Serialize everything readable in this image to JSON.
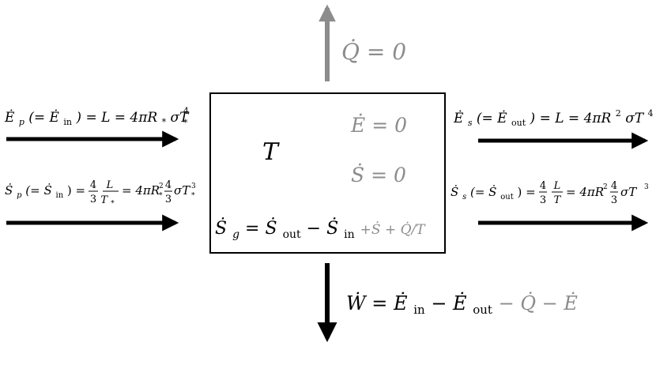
{
  "colors": {
    "primary": "#000000",
    "secondary": "#8c8c8c",
    "background": "#ffffff"
  },
  "box": {
    "temperature_label": "T",
    "energy_balance": "Ė = 0",
    "entropy_balance": "Ṡ = 0",
    "entropy_generation": {
      "lhs": "Ṡ",
      "lhs_sub": "g",
      "eq": " = ",
      "out": "Ṡ",
      "out_sub": "out",
      "minus": " − ",
      "in": "Ṡ",
      "in_sub": "in",
      "extra": " +Ṡ + Q̇/T"
    }
  },
  "top_arrow": {
    "label": "Q̇ = 0"
  },
  "bottom_arrow": {
    "label_main": "Ẇ = Ė",
    "label_main_sub_in": "in",
    "label_main_minus": " − Ė",
    "label_main_sub_out": "out",
    "label_extra": " − Q̇ − Ė"
  },
  "left_arrows": {
    "energy_input": {
      "p1": "Ė",
      "p1_sub": "p",
      "p2": "(= Ė",
      "p2_sub": "in",
      "p3": ") = L = 4πR",
      "p3_sub": "*",
      "p4": "σT",
      "p4_sup": "4",
      "p4_sub": "*"
    },
    "entropy_input": {
      "p1": "Ṡ",
      "p1_sub": "p",
      "p2": "(= Ṡ",
      "p2_sub": "in",
      "p3": ") =",
      "frac1_num": "4",
      "frac1_den": "3",
      "frac2_num": "L",
      "frac2_den": "T",
      "frac2_den_sub": "*",
      "p4": "= 4πR",
      "p4_sup": "2",
      "p4_sub": "*",
      "frac3_num": "4",
      "frac3_den": "3",
      "p5": "σT",
      "p5_sup": "3",
      "p5_sub": "*"
    }
  },
  "right_arrows": {
    "energy_output": {
      "p1": "Ė",
      "p1_sub": "s",
      "p2": "(= Ė",
      "p2_sub": "out",
      "p3": ") = L = 4πR",
      "p3_sup": "2",
      "p4": "σT",
      "p4_sup": "4"
    },
    "entropy_output": {
      "p1": "Ṡ",
      "p1_sub": "s",
      "p2": "(= Ṡ",
      "p2_sub": "out",
      "p3": ") =",
      "frac1_num": "4",
      "frac1_den": "3",
      "frac2_num": "L",
      "frac2_den": "T",
      "p4": "= 4πR",
      "p4_sup": "2",
      "frac3_num": "4",
      "frac3_den": "3",
      "p5": "σT",
      "p5_sup": "3"
    }
  }
}
